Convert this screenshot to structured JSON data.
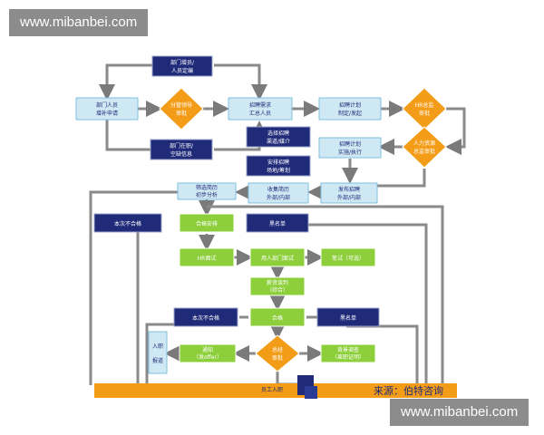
{
  "watermark_top": "www.mibanbei.com",
  "watermark_bottom": "www.mibanbei.com",
  "colors": {
    "navy": "#1f2a78",
    "light_blue": "#cfe9f4",
    "light_blue_border": "#7fc0dd",
    "green": "#8ccf3a",
    "orange": "#f39c18",
    "arrow": "#7a7a7a",
    "footer_text": "#1f2a78"
  },
  "nodes": {
    "dept_manage": [
      "部门增员/",
      "人员定编"
    ],
    "dept_apply": [
      "部门人员",
      "增补申请"
    ],
    "hr_review_1": [
      "分管领导",
      "审批"
    ],
    "collect_demand": [
      "招聘需求",
      "汇总人员"
    ],
    "dept_transfer": [
      "部门在职/",
      "空缺信息"
    ],
    "make_plan": [
      "招聘计划",
      "制定/发起"
    ],
    "hr_approve": [
      "HR总监",
      "审批"
    ],
    "choose_channel": [
      "选择招聘",
      "渠道/媒介"
    ],
    "arrange_interview": [
      "安排招聘",
      "场地/筹划"
    ],
    "plan_execute": [
      "招聘计划",
      "实施/执行"
    ],
    "leader_approve": [
      "人力资源",
      "总监审批"
    ],
    "publish": [
      "发布招聘",
      "外部/内部"
    ],
    "receive_resume": [
      "收集简历",
      "外部/内部"
    ],
    "screen": [
      "筛选简历",
      "初步分析"
    ],
    "not_qualified_1": [
      "本次不合格"
    ],
    "qualified_1": [
      "合格安排"
    ],
    "blacklist_1": [
      "黑名单"
    ],
    "hr_interview": [
      "HR面试"
    ],
    "dept_interview": [
      "用人部门面试"
    ],
    "test": [
      "笔试（可选）"
    ],
    "comprehensive": [
      "薪资谈判",
      "（综合）"
    ],
    "not_qualified_2": [
      "本次不合格"
    ],
    "qualified_2": [
      "合格"
    ],
    "blacklist_2": [
      "黑名单"
    ],
    "archive": [
      "入职",
      "报道"
    ],
    "notify": [
      "通知",
      "（发offer）"
    ],
    "final_review": [
      "总经",
      "审批"
    ],
    "background": [
      "背景调查",
      "（离职证明）"
    ],
    "onboard": [
      "员工入职"
    ]
  },
  "footer_label": "来源：伯特咨询"
}
